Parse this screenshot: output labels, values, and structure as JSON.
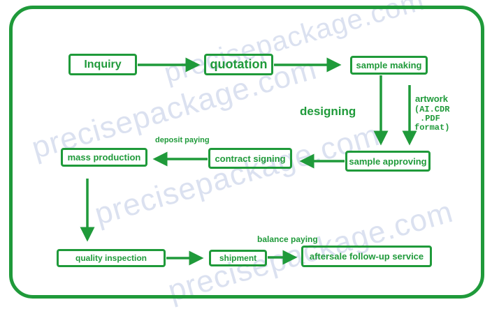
{
  "colors": {
    "accent": "#1f9a3a",
    "watermark": "#cfd8ec"
  },
  "watermark": "precisepackage.com",
  "nodes": {
    "inquiry": "Inquiry",
    "quotation": "quotation",
    "sample_making": "sample making",
    "sample_approving": "sample approving",
    "contract_signing": "contract signing",
    "mass_production": "mass production",
    "quality_inspection": "quality inspection",
    "shipment": "shipment",
    "aftersale": "aftersale follow-up service"
  },
  "labels": {
    "designing": "designing",
    "artwork": "artwork",
    "artwork_formats": [
      "(AI.CDR",
      ".PDF",
      "format)"
    ],
    "deposit_paying": "deposit paying",
    "balance_paying": "balance paying"
  }
}
